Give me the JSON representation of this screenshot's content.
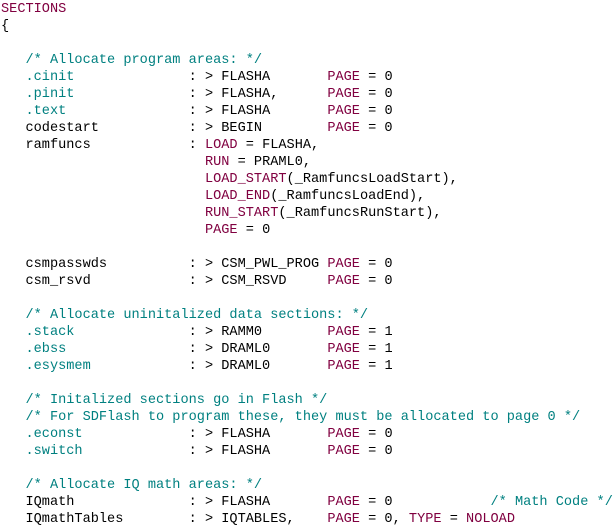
{
  "editor": {
    "lines": [
      [
        {
          "t": "SECTIONS",
          "c": "kw"
        }
      ],
      [
        {
          "t": "{",
          "c": "pl"
        }
      ],
      [
        {
          "t": "",
          "c": "pl"
        }
      ],
      [
        {
          "t": "   /* Allocate program areas: */",
          "c": "cm"
        }
      ],
      [
        {
          "t": "   ",
          "c": "pl"
        },
        {
          "t": ".cinit",
          "c": "dir"
        },
        {
          "t": "              : > FLASHA       ",
          "c": "pl"
        },
        {
          "t": "PAGE",
          "c": "kw"
        },
        {
          "t": " = 0",
          "c": "pl"
        }
      ],
      [
        {
          "t": "   ",
          "c": "pl"
        },
        {
          "t": ".pinit",
          "c": "dir"
        },
        {
          "t": "              : > FLASHA,      ",
          "c": "pl"
        },
        {
          "t": "PAGE",
          "c": "kw"
        },
        {
          "t": " = 0",
          "c": "pl"
        }
      ],
      [
        {
          "t": "   ",
          "c": "pl"
        },
        {
          "t": ".text",
          "c": "dir"
        },
        {
          "t": "               : > FLASHA       ",
          "c": "pl"
        },
        {
          "t": "PAGE",
          "c": "kw"
        },
        {
          "t": " = 0",
          "c": "pl"
        }
      ],
      [
        {
          "t": "   codestart           : > BEGIN        ",
          "c": "pl"
        },
        {
          "t": "PAGE",
          "c": "kw"
        },
        {
          "t": " = 0",
          "c": "pl"
        }
      ],
      [
        {
          "t": "   ramfuncs            : ",
          "c": "pl"
        },
        {
          "t": "LOAD",
          "c": "kw"
        },
        {
          "t": " = FLASHA,",
          "c": "pl"
        }
      ],
      [
        {
          "t": "                         ",
          "c": "pl"
        },
        {
          "t": "RUN",
          "c": "kw"
        },
        {
          "t": " = PRAML0,",
          "c": "pl"
        }
      ],
      [
        {
          "t": "                         ",
          "c": "pl"
        },
        {
          "t": "LOAD_START",
          "c": "kw"
        },
        {
          "t": "(_RamfuncsLoadStart),",
          "c": "pl"
        }
      ],
      [
        {
          "t": "                         ",
          "c": "pl"
        },
        {
          "t": "LOAD_END",
          "c": "kw"
        },
        {
          "t": "(_RamfuncsLoadEnd),",
          "c": "pl"
        }
      ],
      [
        {
          "t": "                         ",
          "c": "pl"
        },
        {
          "t": "RUN_START",
          "c": "kw"
        },
        {
          "t": "(_RamfuncsRunStart),",
          "c": "pl"
        }
      ],
      [
        {
          "t": "                         ",
          "c": "pl"
        },
        {
          "t": "PAGE",
          "c": "kw"
        },
        {
          "t": " = 0",
          "c": "pl"
        }
      ],
      [
        {
          "t": "",
          "c": "pl"
        }
      ],
      [
        {
          "t": "   csmpasswds          : > CSM_PWL_PROG ",
          "c": "pl"
        },
        {
          "t": "PAGE",
          "c": "kw"
        },
        {
          "t": " = 0",
          "c": "pl"
        }
      ],
      [
        {
          "t": "   csm_rsvd            : > CSM_RSVD     ",
          "c": "pl"
        },
        {
          "t": "PAGE",
          "c": "kw"
        },
        {
          "t": " = 0",
          "c": "pl"
        }
      ],
      [
        {
          "t": "",
          "c": "pl"
        }
      ],
      [
        {
          "t": "   /* Allocate uninitalized data sections: */",
          "c": "cm"
        }
      ],
      [
        {
          "t": "   ",
          "c": "pl"
        },
        {
          "t": ".stack",
          "c": "dir"
        },
        {
          "t": "              : > RAMM0        ",
          "c": "pl"
        },
        {
          "t": "PAGE",
          "c": "kw"
        },
        {
          "t": " = 1",
          "c": "pl"
        }
      ],
      [
        {
          "t": "   ",
          "c": "pl"
        },
        {
          "t": ".ebss",
          "c": "dir"
        },
        {
          "t": "               : > DRAML0       ",
          "c": "pl"
        },
        {
          "t": "PAGE",
          "c": "kw"
        },
        {
          "t": " = 1",
          "c": "pl"
        }
      ],
      [
        {
          "t": "   ",
          "c": "pl"
        },
        {
          "t": ".esysmem",
          "c": "dir"
        },
        {
          "t": "            : > DRAML0       ",
          "c": "pl"
        },
        {
          "t": "PAGE",
          "c": "kw"
        },
        {
          "t": " = 1",
          "c": "pl"
        }
      ],
      [
        {
          "t": "",
          "c": "pl"
        }
      ],
      [
        {
          "t": "   /* Initalized sections go in Flash */",
          "c": "cm"
        }
      ],
      [
        {
          "t": "   /* For SDFlash to program these, they must be allocated to page 0 */",
          "c": "cm"
        }
      ],
      [
        {
          "t": "   ",
          "c": "pl"
        },
        {
          "t": ".econst",
          "c": "dir"
        },
        {
          "t": "             : > FLASHA       ",
          "c": "pl"
        },
        {
          "t": "PAGE",
          "c": "kw"
        },
        {
          "t": " = 0",
          "c": "pl"
        }
      ],
      [
        {
          "t": "   ",
          "c": "pl"
        },
        {
          "t": ".switch",
          "c": "dir"
        },
        {
          "t": "             : > FLASHA       ",
          "c": "pl"
        },
        {
          "t": "PAGE",
          "c": "kw"
        },
        {
          "t": " = 0",
          "c": "pl"
        }
      ],
      [
        {
          "t": "",
          "c": "pl"
        }
      ],
      [
        {
          "t": "   /* Allocate IQ math areas: */",
          "c": "cm"
        }
      ],
      [
        {
          "t": "   IQmath              : > FLASHA       ",
          "c": "pl"
        },
        {
          "t": "PAGE",
          "c": "kw"
        },
        {
          "t": " = 0            ",
          "c": "pl"
        },
        {
          "t": "/* Math Code */",
          "c": "cm"
        }
      ],
      [
        {
          "t": "   IQmathTables        : > IQTABLES,    ",
          "c": "pl"
        },
        {
          "t": "PAGE",
          "c": "kw"
        },
        {
          "t": " = 0, ",
          "c": "pl"
        },
        {
          "t": "TYPE",
          "c": "kw"
        },
        {
          "t": " = ",
          "c": "pl"
        },
        {
          "t": "NOLOAD",
          "c": "kw"
        }
      ]
    ]
  }
}
